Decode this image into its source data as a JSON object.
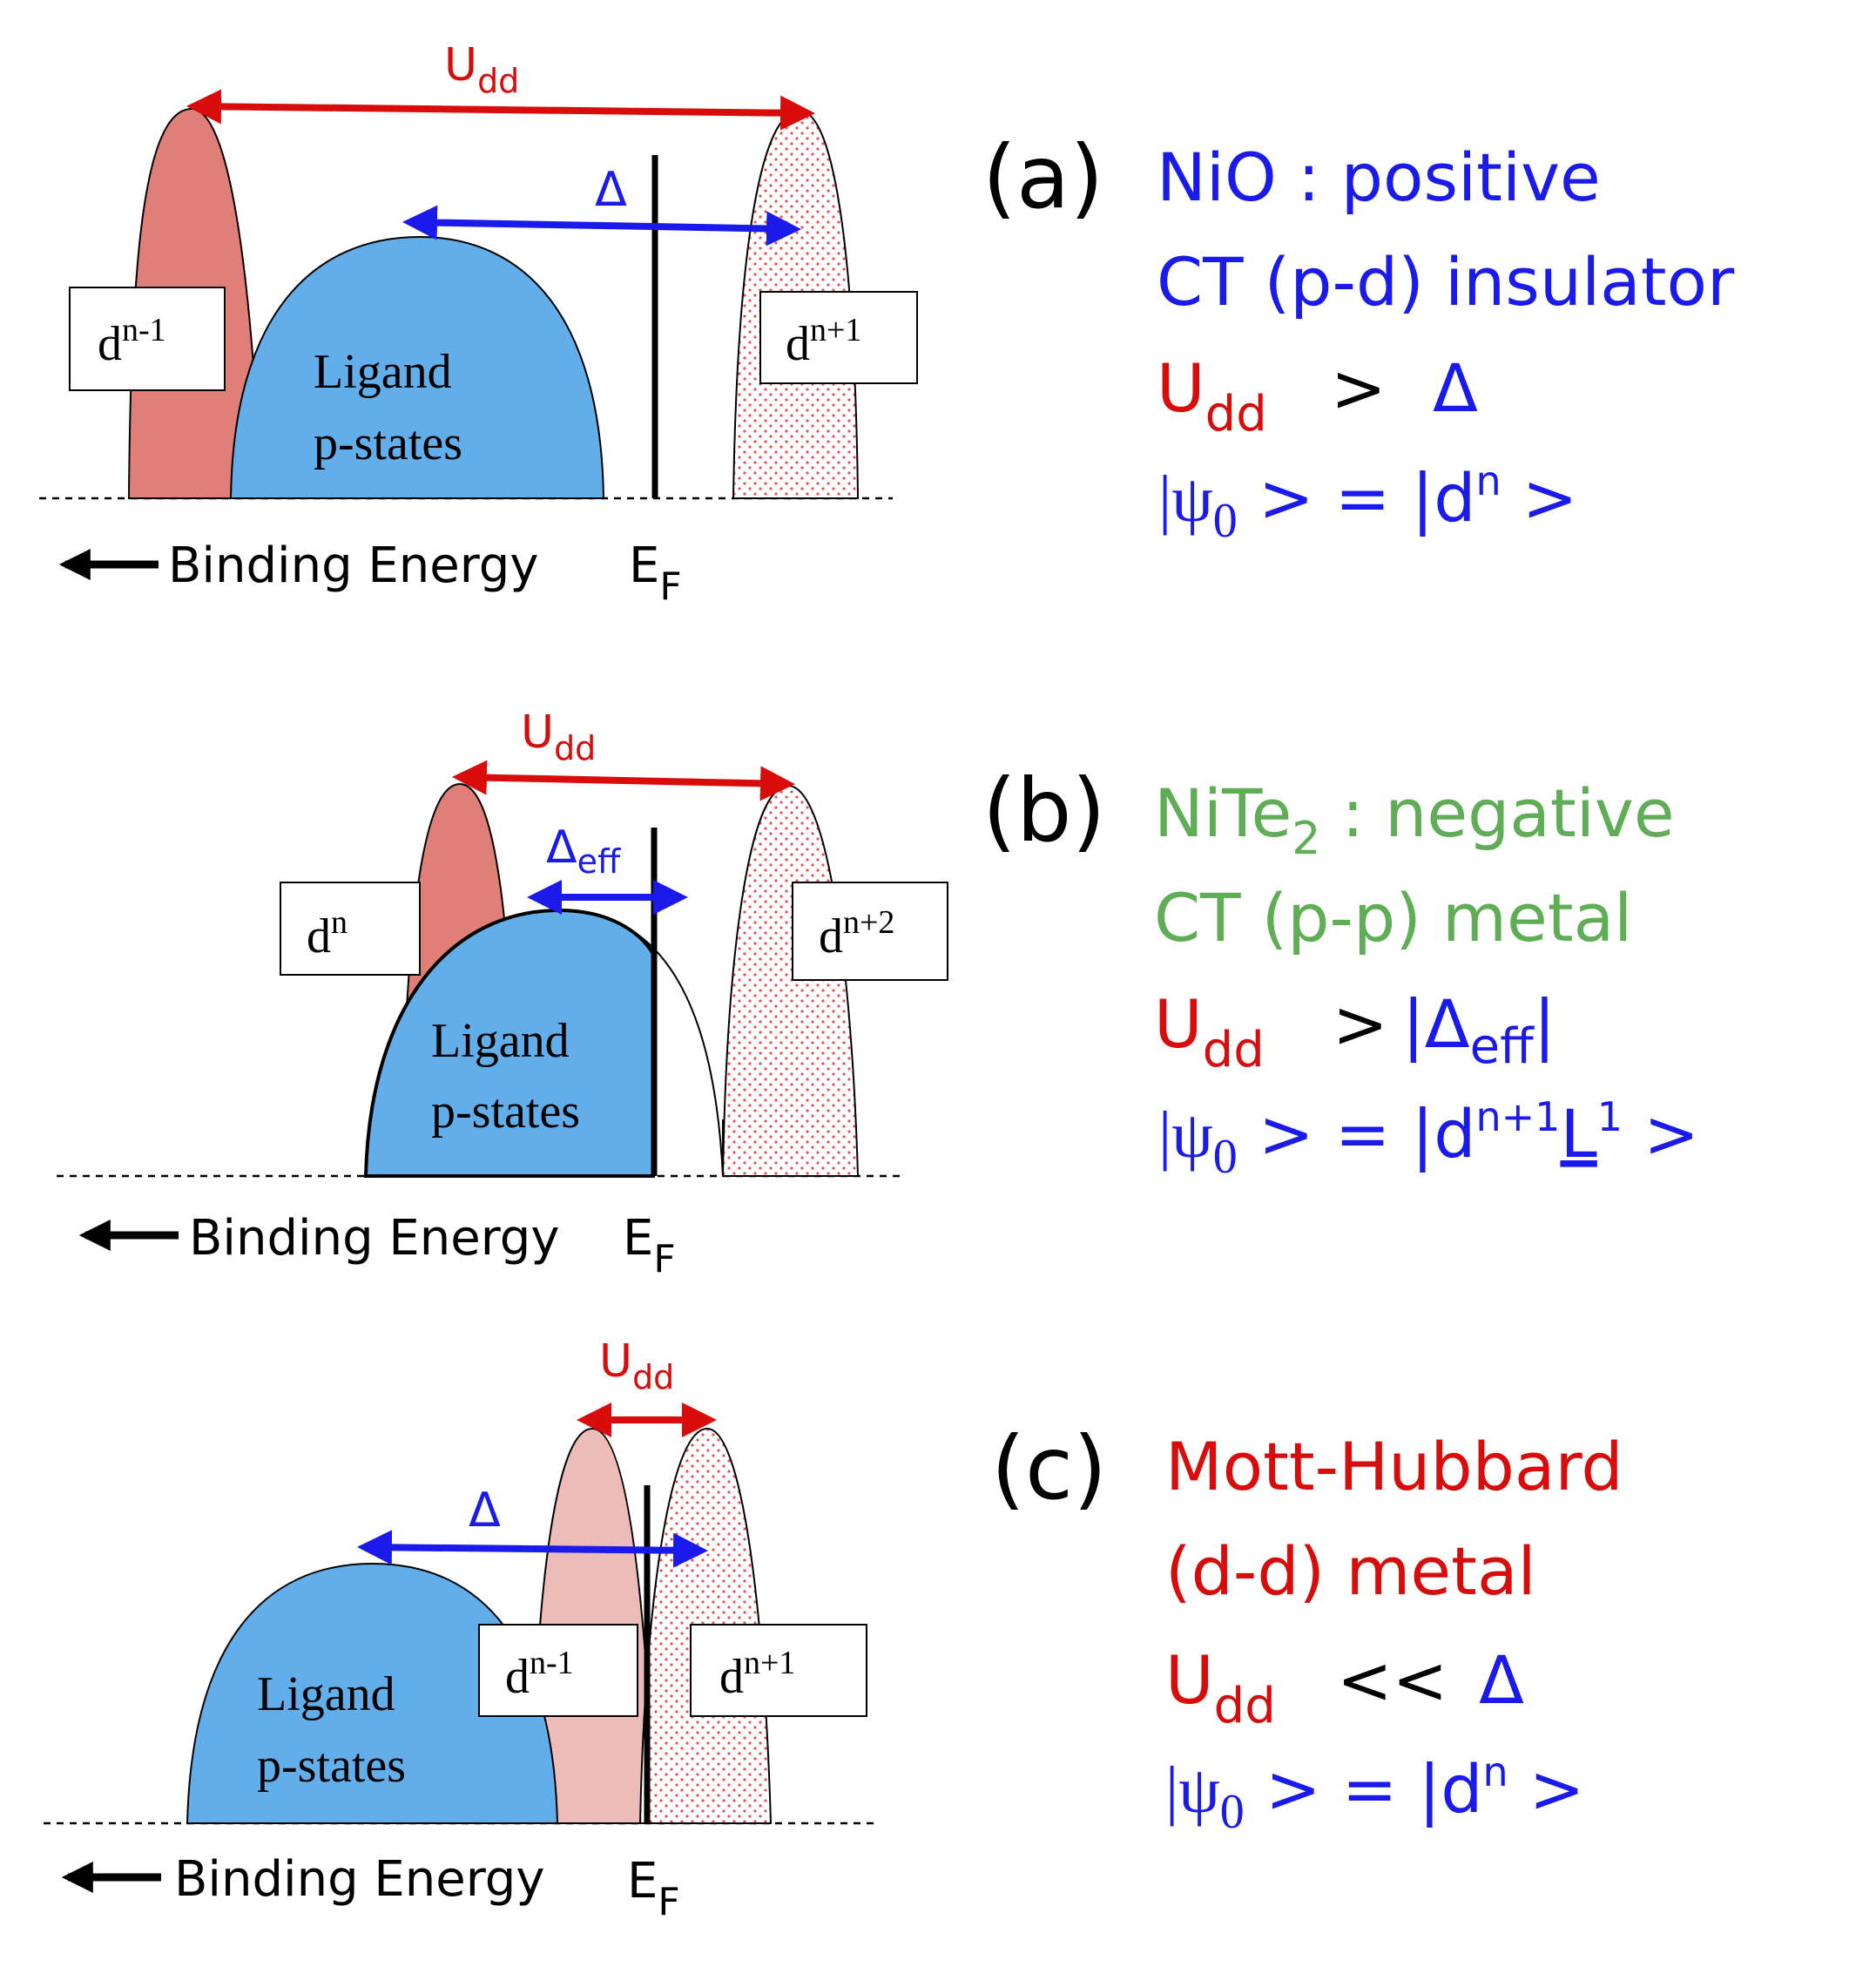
{
  "colors": {
    "red": "#d90c0c",
    "blue": "#1a1aeb",
    "green": "#5fad55",
    "ligand_fill": "#62aeea",
    "dn_minus_fill": "#e07f78",
    "dn_minus_fill_light": "#edbcb8",
    "dot_fill": "#e8525a",
    "black": "#000000"
  },
  "panels": [
    {
      "id": "a",
      "letter": "(a)",
      "title_line1": "NiO : positive",
      "title_line2": "CT (p-d) insulator",
      "title_color": "blue",
      "gap_main": "U",
      "gap_main_sub": "dd",
      "gap_relation": ">",
      "gap_other": "Δ",
      "gap_other_sub": "",
      "ground_state_prefix": "|ψ",
      "ground_state_sub": "0",
      "ground_state_mid": " > = |d",
      "ground_state_sup": "n",
      "ground_state_end": " >",
      "energy_axis": "Binding Energy",
      "fermi": "E",
      "fermi_sub": "F",
      "upper_arrow": "U",
      "upper_arrow_sub": "dd",
      "lower_arrow": "Δ",
      "lower_arrow_sub": "",
      "ligand_line1": "Ligand",
      "ligand_line2": "p-states",
      "left_box": "d",
      "left_box_sup": "n-1",
      "right_box": "d",
      "right_box_sup": "n+1"
    },
    {
      "id": "b",
      "letter": "(b)",
      "title_line1": "NiTe",
      "title_line1_sub": "2",
      "title_line1_rest": " : negative",
      "title_line2": "CT (p-p) metal",
      "title_color": "green",
      "gap_main": "U",
      "gap_main_sub": "dd",
      "gap_relation": ">",
      "gap_other": "|Δ",
      "gap_other_sub": "eff",
      "gap_other_end": "|",
      "ground_state_prefix": "|ψ",
      "ground_state_sub": "0",
      "ground_state_mid": " > = |d",
      "ground_state_sup": "n+1",
      "ground_state_l": "L",
      "ground_state_l_sup": "1",
      "ground_state_end": " >",
      "energy_axis": "Binding Energy",
      "fermi": "E",
      "fermi_sub": "F",
      "upper_arrow": "U",
      "upper_arrow_sub": "dd",
      "lower_arrow": "Δ",
      "lower_arrow_sub": "eff",
      "ligand_line1": "Ligand",
      "ligand_line2": "p-states",
      "left_box": "d",
      "left_box_sup": "n",
      "right_box": "d",
      "right_box_sup": "n+2"
    },
    {
      "id": "c",
      "letter": "(c)",
      "title_line1": "Mott-Hubbard",
      "title_line2": "(d-d) metal",
      "title_color": "red",
      "gap_main": "U",
      "gap_main_sub": "dd",
      "gap_relation": "<<",
      "gap_other": "Δ",
      "gap_other_sub": "",
      "ground_state_prefix": "|ψ",
      "ground_state_sub": "0",
      "ground_state_mid": " > = |d",
      "ground_state_sup": "n",
      "ground_state_end": " >",
      "energy_axis": "Binding Energy",
      "fermi": "E",
      "fermi_sub": "F",
      "upper_arrow": "U",
      "upper_arrow_sub": "dd",
      "lower_arrow": "Δ",
      "lower_arrow_sub": "",
      "ligand_line1": "Ligand",
      "ligand_line2": "p-states",
      "left_box": "d",
      "left_box_sup": "n-1",
      "right_box": "d",
      "right_box_sup": "n+1"
    }
  ]
}
